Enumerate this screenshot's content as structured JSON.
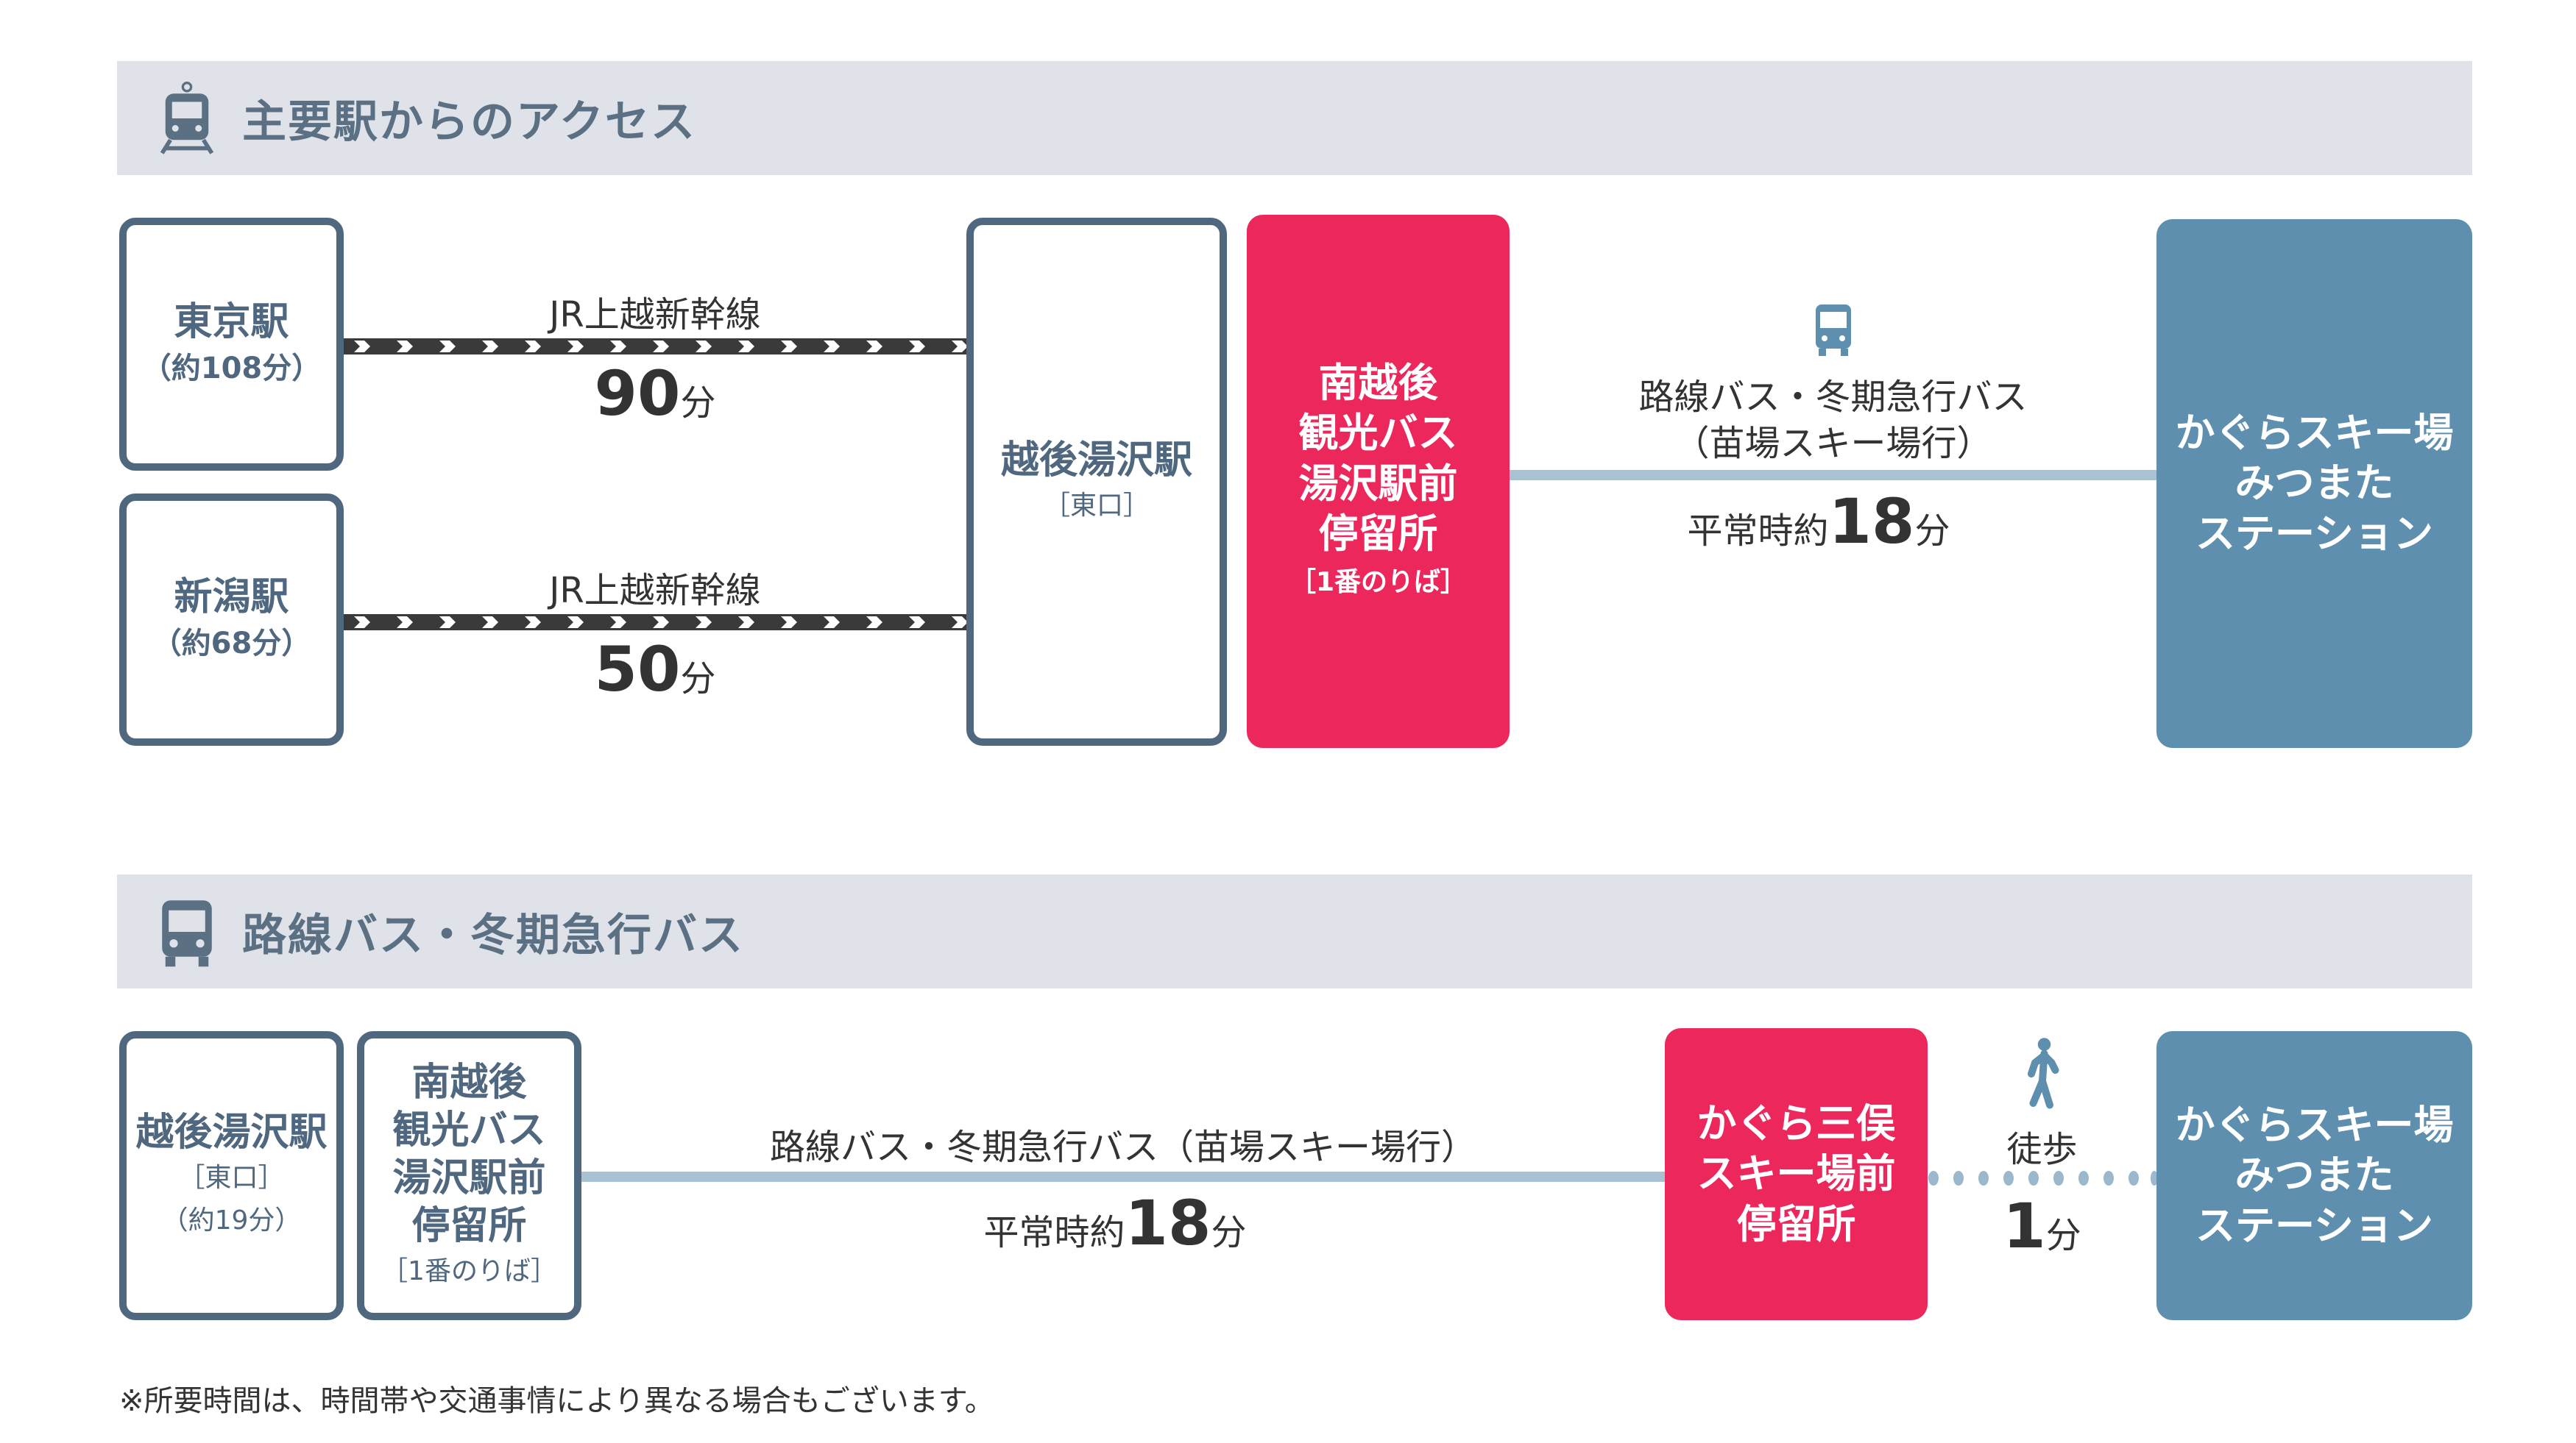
{
  "section1": {
    "title": "主要駅からのアクセス",
    "icon": "train-icon"
  },
  "tokyo": {
    "name": "東京駅",
    "total": "（約108分）"
  },
  "niigata": {
    "name": "新潟駅",
    "total": "（約68分）"
  },
  "rail1": {
    "label": "JR上越新幹線",
    "minutes": "90",
    "unit": "分"
  },
  "rail2": {
    "label": "JR上越新幹線",
    "minutes": "50",
    "unit": "分"
  },
  "yuzawa": {
    "name": "越後湯沢駅",
    "exit": "［東口］"
  },
  "busstop": {
    "lines": [
      "南越後",
      "観光バス",
      "湯沢駅前",
      "停留所"
    ],
    "platform": "［1番のりば］"
  },
  "bus1": {
    "line1": "路線バス・冬期急行バス",
    "line2": "（苗場スキー場行）",
    "prefix": "平常時約",
    "minutes": "18",
    "unit": "分"
  },
  "dest": {
    "lines": [
      "かぐらスキー場",
      "みつまた",
      "ステーション"
    ]
  },
  "section2": {
    "title": "路線バス・冬期急行バス",
    "icon": "bus-icon"
  },
  "row2": {
    "yuzawa": {
      "name": "越後湯沢駅",
      "exit": "［東口］",
      "total": "（約19分）"
    },
    "busstop": {
      "lines": [
        "南越後",
        "観光バス",
        "湯沢駅前",
        "停留所"
      ],
      "platform": "［1番のりば］"
    },
    "bus": {
      "label": "路線バス・冬期急行バス（苗場スキー場行）",
      "prefix": "平常時約",
      "minutes": "18",
      "unit": "分"
    },
    "stop": {
      "lines": [
        "かぐら三俣",
        "スキー場前",
        "停留所"
      ]
    },
    "walk": {
      "label": "徒歩",
      "minutes": "1",
      "unit": "分"
    },
    "dest": {
      "lines": [
        "かぐらスキー場",
        "みつまた",
        "ステーション"
      ]
    }
  },
  "footnote": "※所要時間は、時間帯や交通事情により異なる場合もございます。",
  "colors": {
    "slate": "#50687f",
    "pink": "#ec275b",
    "blue": "#5f8fae",
    "line": "#a8c2d4",
    "band": "#dfe3e9"
  }
}
